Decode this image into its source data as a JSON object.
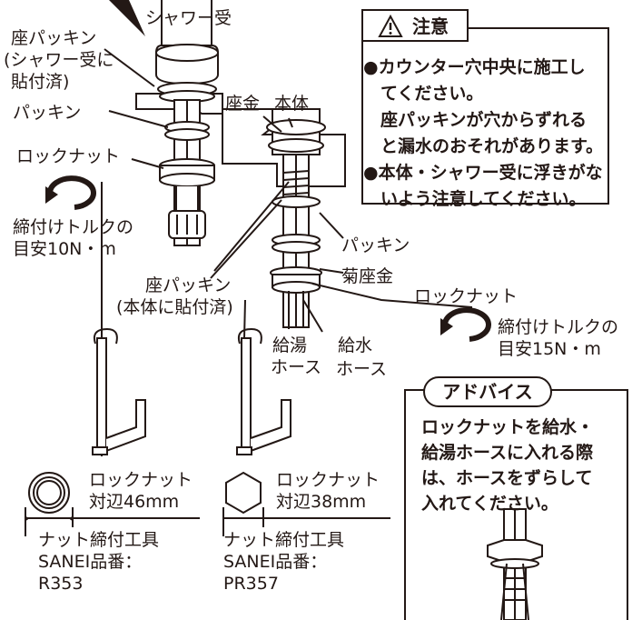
{
  "labels": {
    "shower_receiver": "シャワー受",
    "seat_packing_1": "座パッキン",
    "seat_packing_1_note_a": "(シャワー受に",
    "seat_packing_1_note_b": "貼付済)",
    "packing_left": "パッキン",
    "lock_nut_left": "ロックナット",
    "torque_left_a": "締付けトルクの",
    "torque_left_b": "目安10N・m",
    "washer": "座金",
    "body": "本体",
    "packing_right": "パッキン",
    "star_washer": "菊座金",
    "seat_packing_2": "座パッキン",
    "seat_packing_2_note": "(本体に貼付済)",
    "lock_nut_right": "ロックナット",
    "torque_right_a": "締付けトルクの",
    "torque_right_b": "目安15N・m",
    "hot_hose_a": "給湯",
    "hot_hose_b": "ホース",
    "cold_hose_a": "給水",
    "cold_hose_b": "ホース"
  },
  "caution": {
    "title": "注意",
    "lines": [
      "●カウンター穴中央に施工し",
      "　てください。",
      "　座パッキンが穴からずれる",
      "　と漏水のおそれがあります。",
      "●本体・シャワー受に浮きがな",
      "　いよう注意してください。"
    ]
  },
  "advice": {
    "title": "アドバイス",
    "lines": [
      "ロックナットを給水・",
      "給湯ホースに入れる際",
      "は、ホースをずらして",
      "入れてください。"
    ]
  },
  "tools": [
    {
      "nut_label": "ロックナット",
      "size": "対辺46mm",
      "tool_name": "ナット締付工具",
      "part_label": "SANEI品番：",
      "part_no": "R353"
    },
    {
      "nut_label": "ロックナット",
      "size": "対辺38mm",
      "tool_name": "ナット締付工具",
      "part_label": "SANEI品番：",
      "part_no": "PR357"
    }
  ]
}
